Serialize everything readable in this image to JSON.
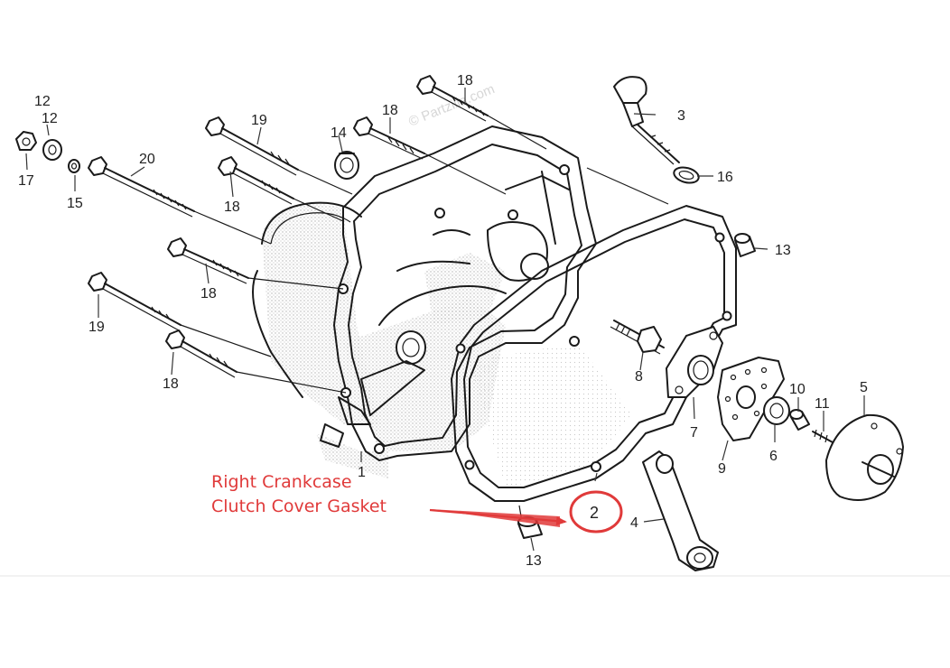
{
  "colors": {
    "annotation": "#e03a3a",
    "ink": "#1a1a1a",
    "stipple": "#b0b0b0"
  },
  "annotation": {
    "line1": "Right Crankcase",
    "line2": "Clutch Cover Gasket",
    "circled_part": "2"
  },
  "watermark": "© Partzilla.com",
  "parts": [
    {
      "id": "p1",
      "label": "1"
    },
    {
      "id": "p3",
      "label": "3"
    },
    {
      "id": "p4",
      "label": "4"
    },
    {
      "id": "p5",
      "label": "5"
    },
    {
      "id": "p6",
      "label": "6"
    },
    {
      "id": "p7",
      "label": "7"
    },
    {
      "id": "p8",
      "label": "8"
    },
    {
      "id": "p9",
      "label": "9"
    },
    {
      "id": "p10",
      "label": "10"
    },
    {
      "id": "p11",
      "label": "11"
    },
    {
      "id": "p12a",
      "label": "12"
    },
    {
      "id": "p12b",
      "label": "12"
    },
    {
      "id": "p13a",
      "label": "13"
    },
    {
      "id": "p13b",
      "label": "13"
    },
    {
      "id": "p14",
      "label": "14"
    },
    {
      "id": "p15",
      "label": "15"
    },
    {
      "id": "p16",
      "label": "16"
    },
    {
      "id": "p17",
      "label": "17"
    },
    {
      "id": "p18a",
      "label": "18"
    },
    {
      "id": "p18b",
      "label": "18"
    },
    {
      "id": "p18c",
      "label": "18"
    },
    {
      "id": "p18d",
      "label": "18"
    },
    {
      "id": "p18e",
      "label": "18"
    },
    {
      "id": "p19a",
      "label": "19"
    },
    {
      "id": "p19b",
      "label": "19"
    },
    {
      "id": "p20",
      "label": "20"
    }
  ]
}
